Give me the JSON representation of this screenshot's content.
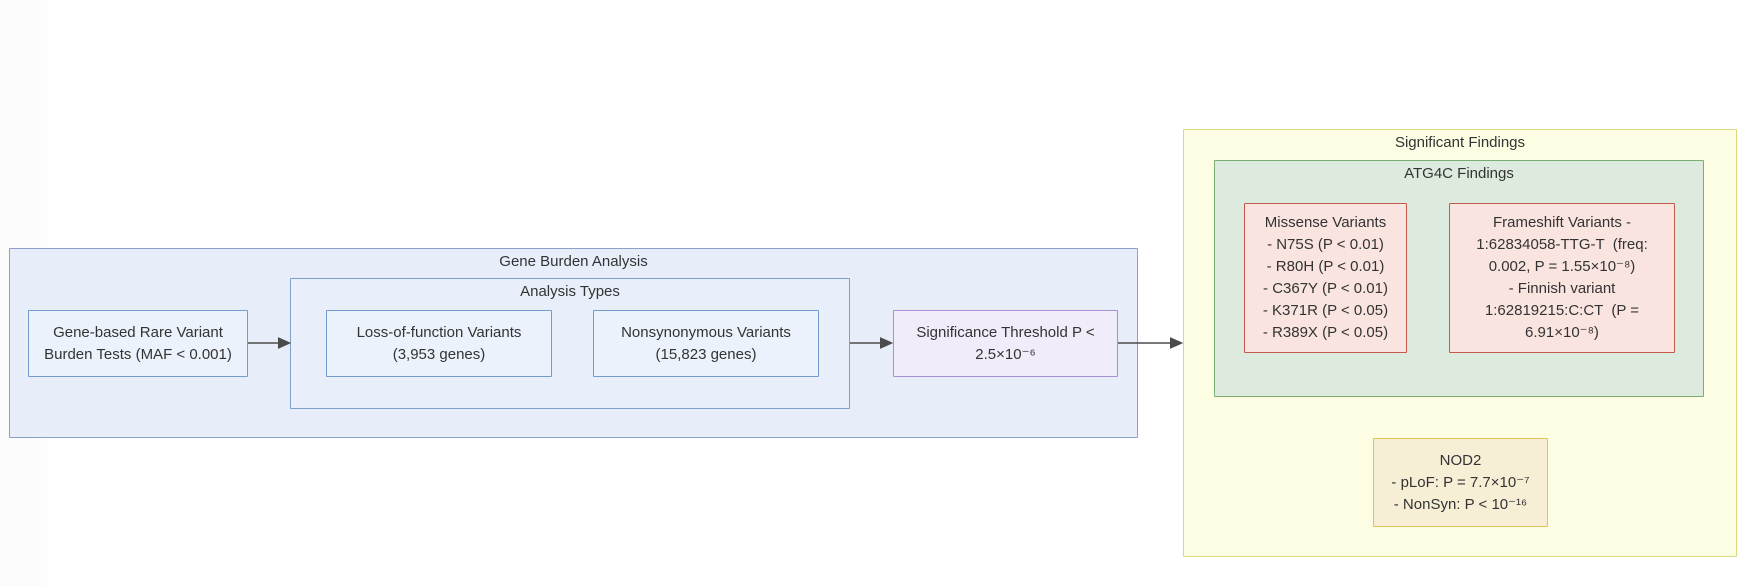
{
  "diagram": {
    "type": "flowchart",
    "gene_burden": {
      "title": "Gene Burden Analysis",
      "node_burden_tests": {
        "lines": [
          "Gene-based Rare Variant",
          "Burden Tests (MAF < 0.001)"
        ]
      },
      "analysis_types": {
        "title": "Analysis Types",
        "node_lof": {
          "lines": [
            "Loss-of-function Variants",
            "(3,953 genes)"
          ]
        },
        "node_nonsyn": {
          "lines": [
            "Nonsynonymous Variants",
            "(15,823 genes)"
          ]
        }
      },
      "node_threshold": {
        "lines": [
          "Significance Threshold P <",
          "2.5×10⁻⁶"
        ]
      }
    },
    "significant_findings": {
      "title": "Significant Findings",
      "atg4c": {
        "title": "ATG4C Findings",
        "node_missense": {
          "lines": [
            "Missense Variants",
            "- N75S (P < 0.01)",
            "- R80H (P < 0.01)",
            "- C367Y (P < 0.01)",
            "- K371R (P < 0.05)",
            "- R389X (P < 0.05)"
          ]
        },
        "node_frameshift": {
          "lines": [
            "Frameshift Variants -",
            "1:62834058-TTG-T  (freq:",
            "0.002, P = 1.55×10⁻⁸)",
            "- Finnish variant",
            "1:62819215:C:CT  (P =",
            "6.91×10⁻⁸)"
          ]
        }
      },
      "node_nod2": {
        "lines": [
          "NOD2",
          "- pLoF: P = 7.7×10⁻⁷",
          "- NonSyn: P < 10⁻¹⁶"
        ]
      }
    },
    "colors": {
      "container_blue_fill": "#e7eefa",
      "container_blue_border": "#8ba1c7",
      "node_blue_fill": "#ecf2fb",
      "node_blue_border": "#739bce",
      "purple_fill": "#f1ecf9",
      "purple_border": "#a98fd5",
      "yellow_fill": "#fdfde4",
      "yellow_border": "#d9d97e",
      "green_fill": "#dcebde",
      "green_border": "#7bac74",
      "pink_fill": "#f9e4df",
      "pink_border": "#c25b4d",
      "cream_fill": "#f7eed6",
      "cream_border": "#e0c257",
      "arrow": "#4b4b4b",
      "text": "#333333"
    }
  }
}
